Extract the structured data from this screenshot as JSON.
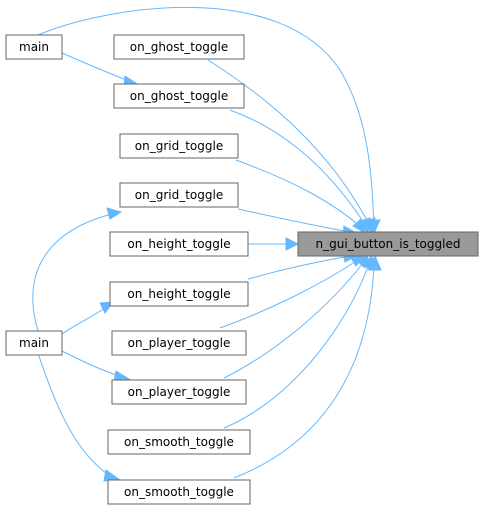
{
  "colors": {
    "edge": "#63b8ff",
    "node_border": "#666666",
    "node_fill": "#ffffff",
    "highlight_fill": "#999999"
  },
  "nodes": {
    "main_1": "main",
    "main_2": "main",
    "on_ghost_toggle_1": "on_ghost_toggle",
    "on_ghost_toggle_2": "on_ghost_toggle",
    "on_grid_toggle_1": "on_grid_toggle",
    "on_grid_toggle_2": "on_grid_toggle",
    "on_height_toggle_1": "on_height_toggle",
    "on_height_toggle_2": "on_height_toggle",
    "on_player_toggle_1": "on_player_toggle",
    "on_player_toggle_2": "on_player_toggle",
    "on_smooth_toggle_1": "on_smooth_toggle",
    "on_smooth_toggle_2": "on_smooth_toggle",
    "target": "n_gui_button_is_toggled"
  },
  "edges": [
    {
      "from": "main_1",
      "to": "target"
    },
    {
      "from": "main_1",
      "to": "on_ghost_toggle_2"
    },
    {
      "from": "on_ghost_toggle_1",
      "to": "target"
    },
    {
      "from": "on_ghost_toggle_2",
      "to": "target"
    },
    {
      "from": "on_grid_toggle_1",
      "to": "target"
    },
    {
      "from": "on_grid_toggle_2",
      "to": "target"
    },
    {
      "from": "on_height_toggle_1",
      "to": "target"
    },
    {
      "from": "on_height_toggle_2",
      "to": "target"
    },
    {
      "from": "on_player_toggle_1",
      "to": "target"
    },
    {
      "from": "on_player_toggle_2",
      "to": "target"
    },
    {
      "from": "on_smooth_toggle_1",
      "to": "target"
    },
    {
      "from": "on_smooth_toggle_2",
      "to": "target"
    },
    {
      "from": "main_2",
      "to": "on_grid_toggle_2"
    },
    {
      "from": "main_2",
      "to": "on_height_toggle_2"
    },
    {
      "from": "main_2",
      "to": "on_player_toggle_2"
    },
    {
      "from": "main_2",
      "to": "on_smooth_toggle_2"
    }
  ]
}
